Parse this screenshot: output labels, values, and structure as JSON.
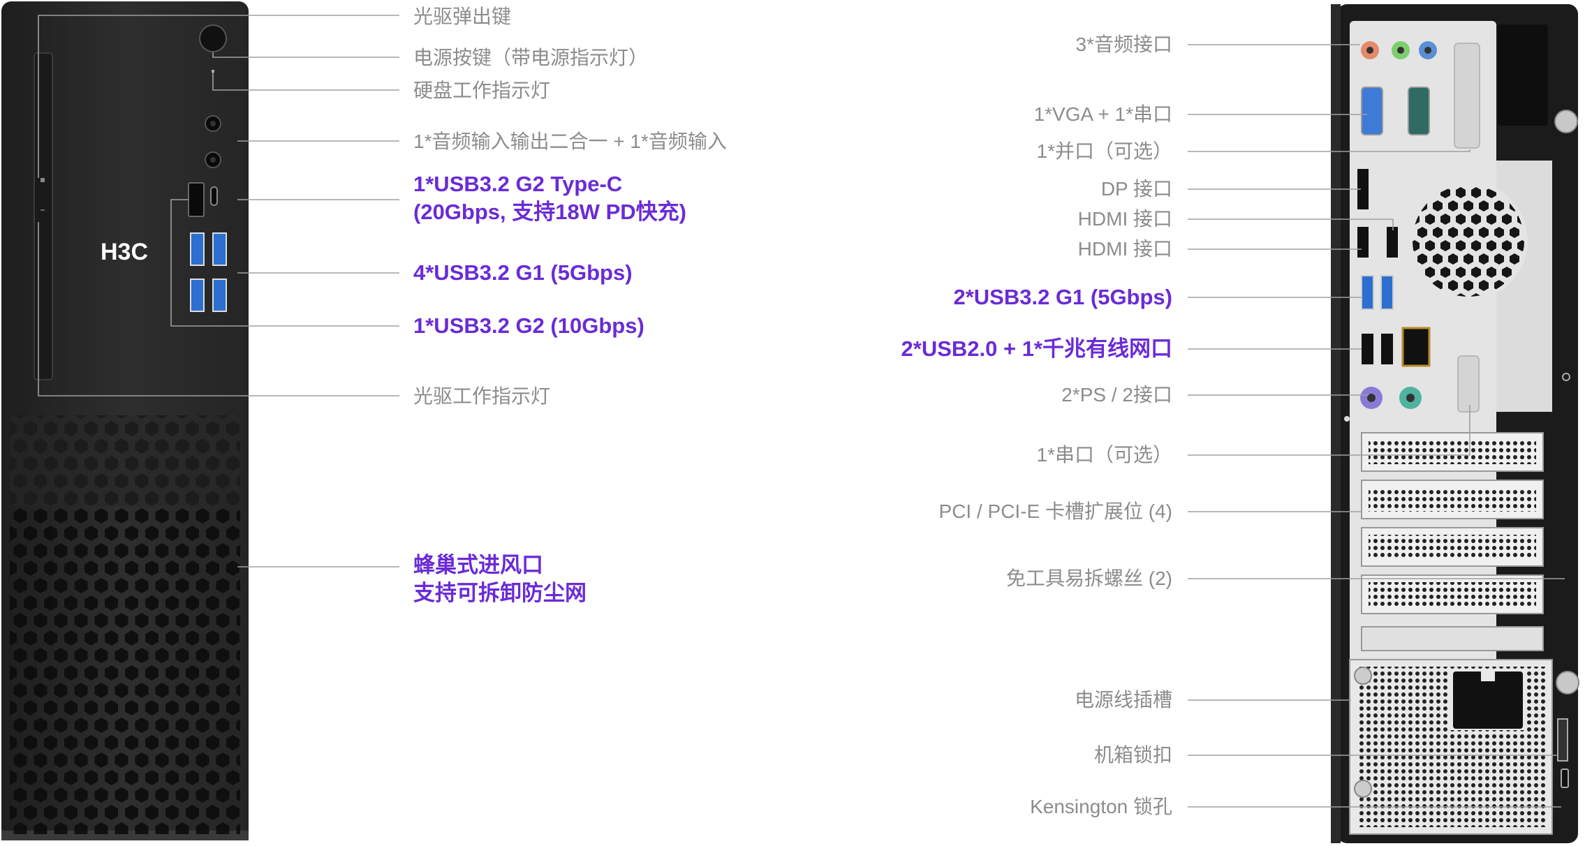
{
  "brand": {
    "logo_text": "H3C"
  },
  "colors": {
    "accent": "#6a2bd6",
    "label_gray": "#8c8c8c",
    "leader_line": "#a0a0a0",
    "chassis_front": "#2b2b2b",
    "usb_blue": "#2c6fd0"
  },
  "front_labels": {
    "odd_eject": "光驱弹出键",
    "power_button": "电源按键（带电源指示灯）",
    "hdd_led": "硬盘工作指示灯",
    "audio": "1*音频输入输出二合一 + 1*音频输入",
    "usb_c_line1": "1*USB3.2 G2 Type-C",
    "usb_c_line2": "(20Gbps, 支持18W PD快充)",
    "usb_g1": "4*USB3.2 G1 (5Gbps)",
    "usb_g2": "1*USB3.2 G2 (10Gbps)",
    "odd_led": "光驱工作指示灯",
    "vent_line1": "蜂巢式进风口",
    "vent_line2": "支持可拆卸防尘网"
  },
  "rear_labels": {
    "audio": "3*音频接口",
    "vga_serial": "1*VGA + 1*串口",
    "parallel": "1*并口（可选）",
    "dp": "DP 接口",
    "hdmi1": "HDMI 接口",
    "hdmi2": "HDMI 接口",
    "usb_g1": "2*USB3.2 G1 (5Gbps)",
    "usb2_lan": "2*USB2.0 + 1*千兆有线网口",
    "ps2": "2*PS / 2接口",
    "serial_opt": "1*串口（可选）",
    "pci": "PCI / PCI-E 卡槽扩展位 (4)",
    "screws": "免工具易拆螺丝 (2)",
    "power_socket": "电源线插槽",
    "chassis_lock": "机箱锁扣",
    "kensington": "Kensington 锁孔"
  }
}
